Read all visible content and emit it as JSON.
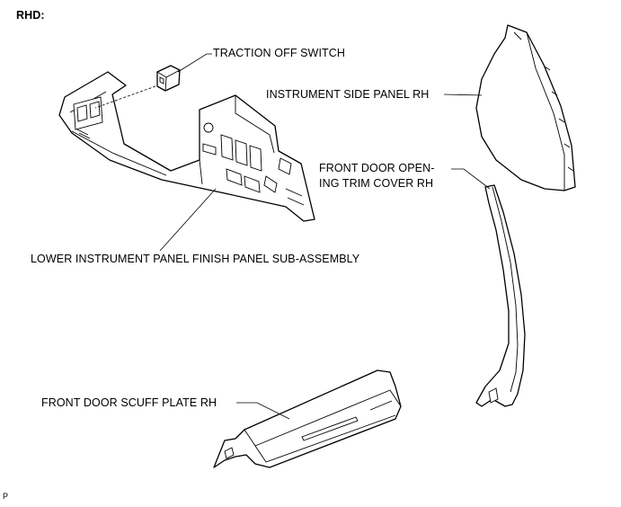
{
  "view_label": "RHD:",
  "corner_code": "P",
  "parts": {
    "traction_off_switch": "TRACTION OFF SWITCH",
    "instrument_side_panel_rh": "INSTRUMENT SIDE PANEL RH",
    "front_door_opening_trim_cover_rh_line1": "FRONT DOOR OPEN-",
    "front_door_opening_trim_cover_rh_line2": "ING TRIM COVER RH",
    "lower_instrument_panel_finish_panel": "LOWER INSTRUMENT PANEL FINISH PANEL SUB-ASSEMBLY",
    "front_door_scuff_plate_rh": "FRONT DOOR SCUFF PLATE RH"
  }
}
